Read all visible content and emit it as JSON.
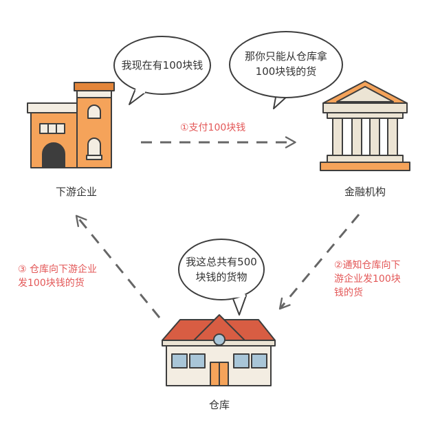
{
  "colors": {
    "outline": "#3d3d3d",
    "orange": "#f5a35a",
    "orange_dark": "#e3853a",
    "roof_red": "#d85d43",
    "cream": "#f3ede2",
    "beige": "#ece4d4",
    "window_blue": "#a9c6d8",
    "arrow_gray": "#666666",
    "step_red": "#e35757"
  },
  "nodes": {
    "downstream": {
      "label": "下游企业",
      "icon": "factory-building-icon"
    },
    "bank": {
      "label": "金融机构",
      "icon": "bank-building-icon"
    },
    "warehouse": {
      "label": "仓库",
      "icon": "warehouse-building-icon"
    }
  },
  "bubbles": {
    "downstream": {
      "lines": [
        "我现在有100块钱"
      ]
    },
    "bank": {
      "lines": [
        "那你只能从仓库拿",
        "100块钱的货"
      ]
    },
    "warehouse": {
      "lines": [
        "我这总共有500",
        "块钱的货物"
      ]
    }
  },
  "steps": {
    "s1": {
      "lines": [
        "①支付100块钱"
      ]
    },
    "s2": {
      "lines": [
        "②通知仓库向下",
        "游企业发100块",
        "钱的货"
      ]
    },
    "s3": {
      "lines": [
        "③ 仓库向下游企业",
        "发100块钱的货"
      ]
    }
  }
}
